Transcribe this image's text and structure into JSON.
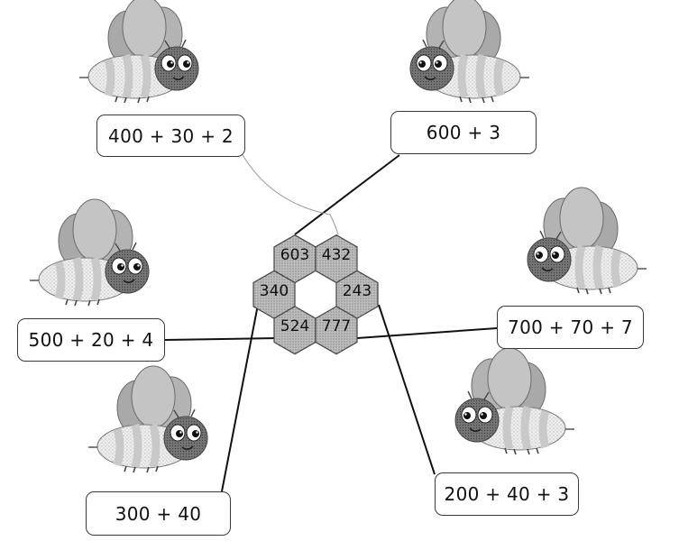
{
  "hive_numbers": [
    "603",
    "432",
    "340",
    "243",
    "524",
    "777"
  ],
  "expressions": [
    "400 + 30 + 2",
    "600 + 3",
    "500 + 20 + 4",
    "700 + 70 + 7",
    "300 + 40",
    "200 + 40 + 3"
  ],
  "colors": {
    "hex_fill": "#c8c8c8",
    "bee_wing": "#a9a9a9",
    "bee_body": "#e8e8e8",
    "bee_head": "#6a6a6a",
    "line": "#111111"
  },
  "icons": [
    "bee-icon",
    "honeycomb-icon"
  ]
}
